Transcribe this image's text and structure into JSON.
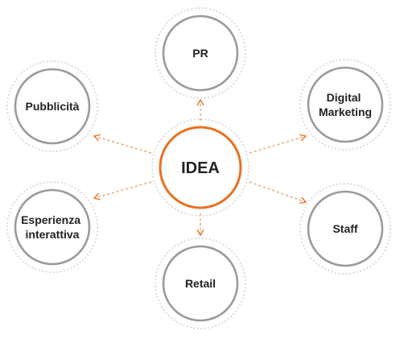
{
  "colors": {
    "accent": "#e8711f",
    "ring": "#9b9b9b",
    "ring_outer": "#d8d8d8",
    "text": "#222222",
    "background": "#ffffff"
  },
  "center": {
    "label": "IDEA"
  },
  "nodes": {
    "pr": {
      "lines": [
        "PR"
      ]
    },
    "digital_marketing": {
      "lines": [
        "Digital",
        "Marketing"
      ]
    },
    "staff": {
      "lines": [
        "Staff"
      ]
    },
    "retail": {
      "lines": [
        "Retail"
      ]
    },
    "esperienza_interattiva": {
      "lines": [
        "Esperienza",
        "interattiva"
      ]
    },
    "pubblicita": {
      "lines": [
        "Pubblicità"
      ]
    }
  }
}
